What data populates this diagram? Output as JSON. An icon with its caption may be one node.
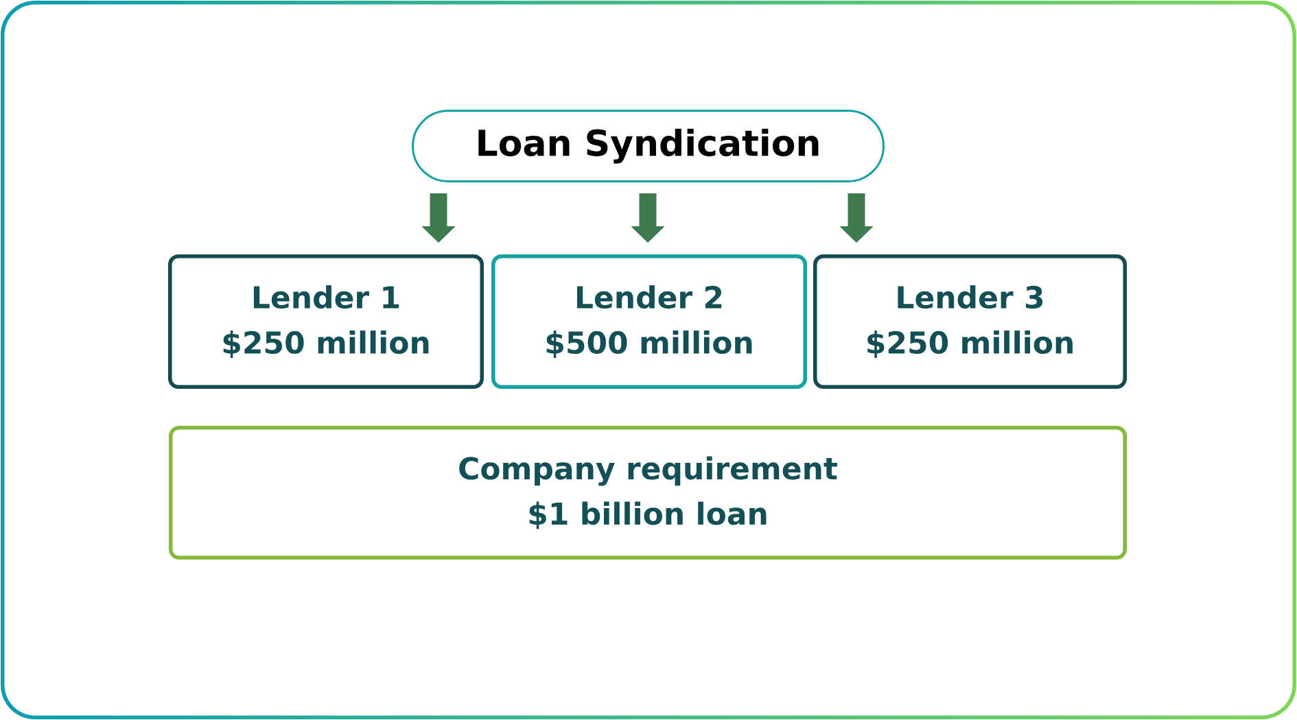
{
  "diagram": {
    "nodes": [
      {
        "text": [
          "Loan Syndication"
        ]
      },
      {
        "text": [
          "Lender 1",
          "$250 million"
        ]
      },
      {
        "text": [
          "Lender 2",
          "$500 million"
        ]
      },
      {
        "text": [
          "Lender 3",
          "$250 million"
        ]
      },
      {
        "text": [
          "Company requirement",
          "$1 billion loan"
        ]
      }
    ],
    "edges": [
      {
        "from": 0,
        "to": 1,
        "arrow": "to"
      },
      {
        "from": 0,
        "to": 2,
        "arrow": "to"
      },
      {
        "from": 0,
        "to": 3,
        "arrow": "to"
      }
    ]
  }
}
